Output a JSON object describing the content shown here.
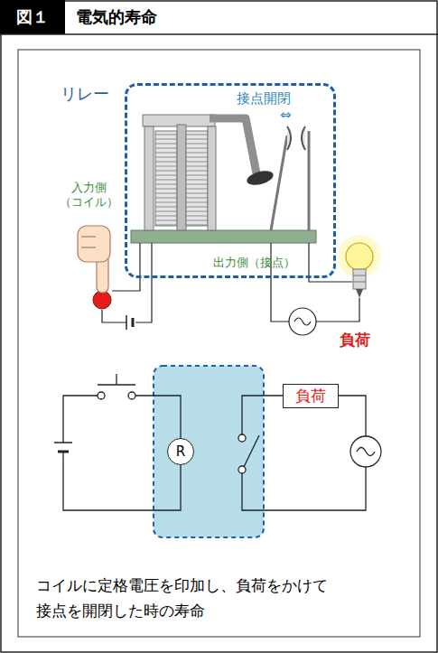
{
  "diagram": {
    "title": "電気的寿命",
    "caption": "コイルに定格電圧を印加し、負荷をかけて 接点を開閉した時の寿命",
    "nodes": [
      {
        "text": [
          "リレー"
        ]
      },
      {
        "text": [
          "R"
        ]
      },
      {
        "text": [
          "負荷"
        ]
      }
    ],
    "labels": [
      "図１",
      "接点開閉",
      "⇔",
      "入力側 （コイル）",
      "出力側（接点）",
      "負荷"
    ]
  }
}
